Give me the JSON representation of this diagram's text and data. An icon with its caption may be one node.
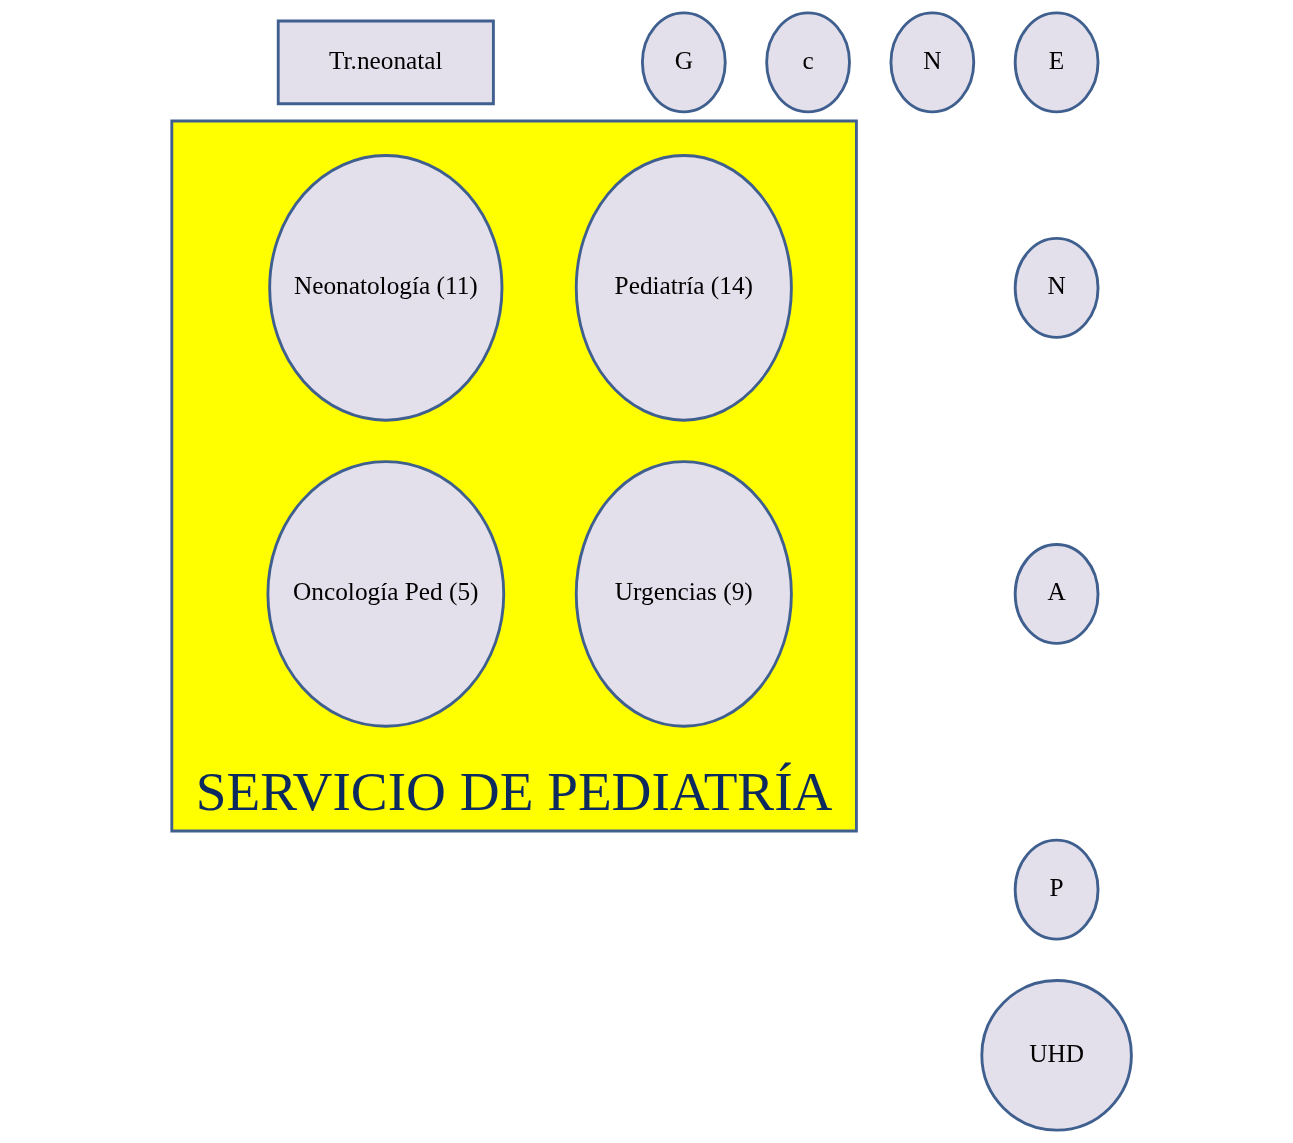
{
  "diagram": {
    "nodes": [
      {
        "text": [
          "Tr.neonatal"
        ]
      },
      {
        "text": [
          "c"
        ]
      },
      {
        "text": [
          "G"
        ]
      },
      {
        "text": [
          "N"
        ]
      },
      {
        "text": [
          "E"
        ]
      },
      {
        "text": [
          "SERVICIO DE PEDIATRÍA"
        ]
      },
      {
        "text": [
          "Neonatología (11)"
        ],
        "in": 5
      },
      {
        "text": [
          "Pediatría (14)"
        ],
        "in": 5
      },
      {
        "text": [
          "Oncología Ped (5)"
        ],
        "in": 5
      },
      {
        "text": [
          "Urgencias (9)"
        ],
        "in": 5
      },
      {
        "text": [
          "N"
        ]
      },
      {
        "text": [
          "A"
        ]
      },
      {
        "text": [
          "P"
        ]
      },
      {
        "text": [
          "UHD"
        ]
      }
    ],
    "edges": []
  }
}
